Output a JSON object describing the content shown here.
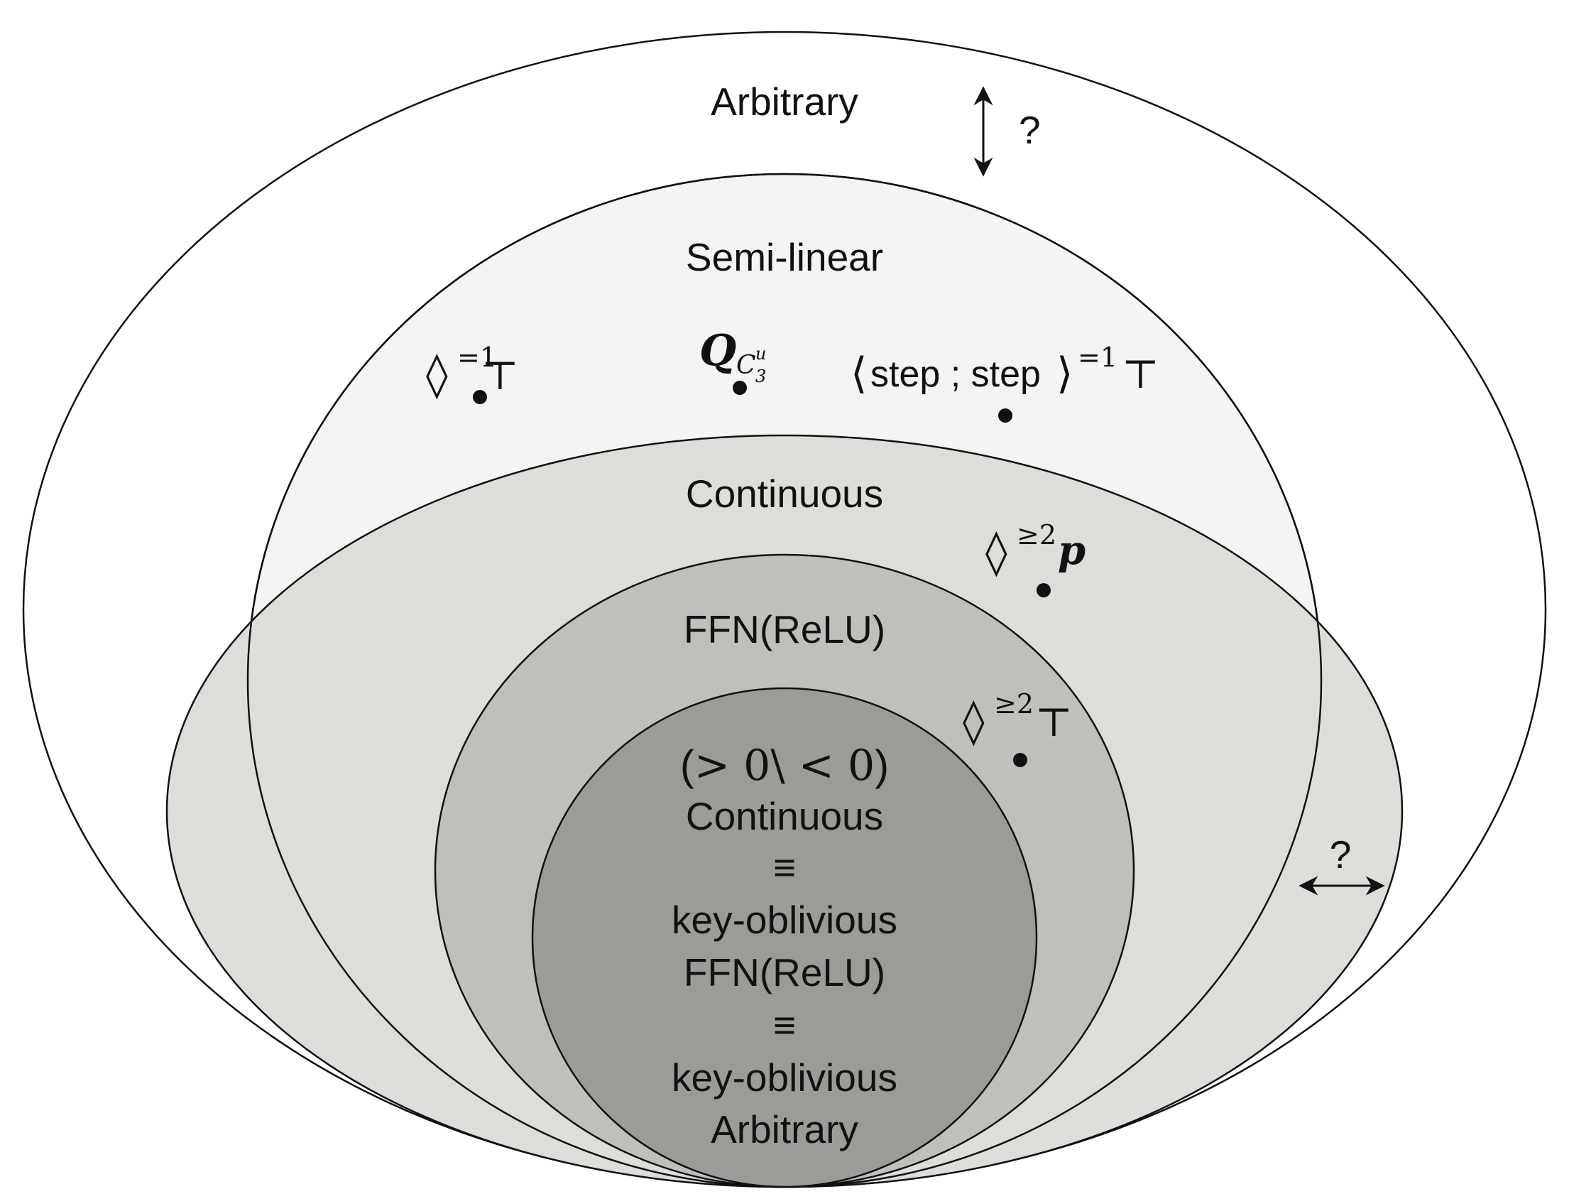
{
  "regions": {
    "arbitrary": {
      "label": "Arbitrary",
      "fill": "#ffffff"
    },
    "semi_linear": {
      "label": "Semi-linear",
      "fill": "#f5f4f2"
    },
    "continuous": {
      "label": "Continuous",
      "fill": "#deddd9"
    },
    "ffn_relu": {
      "label": "FFN(ReLU)",
      "fill": "#c0bfbb"
    },
    "core": {
      "fill": "#9c9b97",
      "lines": {
        "cond_open": "(",
        "cond_gt": "> 0\\ < 0",
        "cond_close": ")",
        "l1": "Continuous",
        "l2": "≡",
        "l3": "key-oblivious",
        "l4": "FFN(ReLU)",
        "l5": "≡",
        "l6": "key-oblivious",
        "l7": "Arbitrary"
      }
    }
  },
  "points": {
    "diamond_eq1_top": {
      "symbol": "◊",
      "sup": "=1",
      "tail": "⊤"
    },
    "q_c3u": {
      "symbol": "Q",
      "sub": "C",
      "subsub": "3",
      "subsup": "u"
    },
    "step_step": {
      "open": "⟨",
      "text": "step ; step ",
      "close": "⟩",
      "sup": "=1",
      "tail": "⊤"
    },
    "diamond_ge2_p": {
      "symbol": "◊",
      "sup": "≥2",
      "tail": "p"
    },
    "diamond_ge2_top": {
      "symbol": "◊",
      "sup": "≥2",
      "tail": "⊤"
    }
  },
  "arrows": {
    "vertical_q": "?",
    "horizontal_q": "?"
  }
}
